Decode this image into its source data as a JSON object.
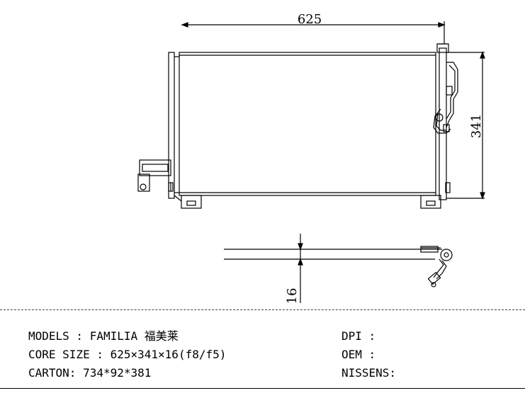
{
  "dimensions": {
    "width": "625",
    "height": "341",
    "thickness": "16"
  },
  "specs": {
    "models_label": "MODELS",
    "models_value": "FAMILIA 福美莱",
    "core_label": "CORE SIZE",
    "core_value": "625×341×16(f8/f5)",
    "carton_label": "CARTON:",
    "carton_value": "734*92*381"
  },
  "codes": {
    "dpi_label": "DPI",
    "dpi_value": "",
    "oem_label": "OEM",
    "oem_value": "",
    "nissens_label": "NISSENS:",
    "nissens_value": ""
  }
}
